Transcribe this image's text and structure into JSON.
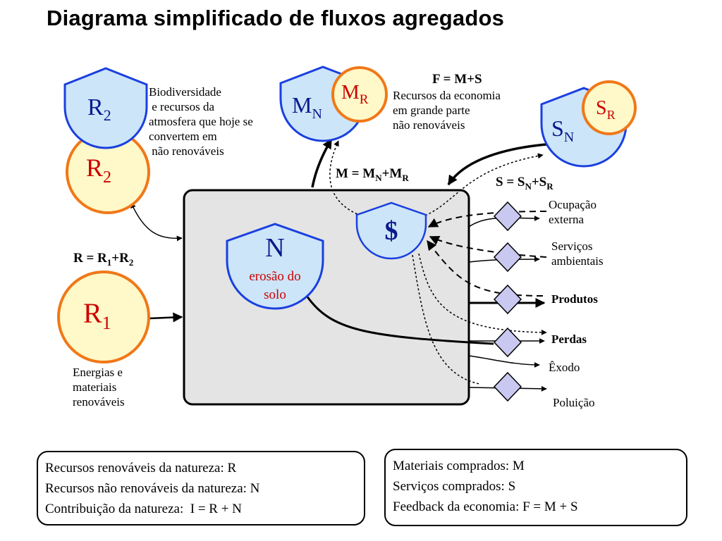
{
  "title": "Diagrama simplificado de fluxos agregados",
  "sources": {
    "r2_top": {
      "main": "R",
      "sub": "2"
    },
    "r2_circle": {
      "main": "R",
      "sub": "2"
    },
    "r1_circle": {
      "main": "R",
      "sub": "1"
    },
    "mn": {
      "main": "M",
      "sub": "N"
    },
    "mr": {
      "main": "M",
      "sub": "R"
    },
    "sn": {
      "main": "S",
      "sub": "N"
    },
    "sr": {
      "main": "S",
      "sub": "R"
    },
    "n": {
      "main": "N",
      "line1": "erosão do",
      "line2": "solo"
    },
    "money": "$"
  },
  "equations": {
    "f": "F = M+S",
    "m": {
      "a": "M = M",
      "a_sub": "N",
      "b": "+M",
      "b_sub": "R"
    },
    "s": {
      "a": "S = S",
      "a_sub": "N",
      "b": "+S",
      "b_sub": "R"
    },
    "r": {
      "a": "R = R",
      "a_sub": "1",
      "b": "+R",
      "b_sub": "2"
    }
  },
  "labels": {
    "biodiversity": "Biodiversidade\n e recursos da\natmosfera que hoje se\nconvertem em\n não renováveis",
    "economy_resources": "Recursos da economia\nem grande parte\nnão renováveis",
    "renewable_energy": "Energias e\nmateriais\nrenováveis"
  },
  "outputs": {
    "ocupacao": "Ocupação\nexterna",
    "servicos": "Serviços\nambientais",
    "produtos": "Produtos",
    "perdas": "Perdas",
    "exodo": "Êxodo",
    "poluicao": "Poluição"
  },
  "legend_left": [
    "Recursos renováveis da natureza: R",
    "Recursos não renováveis da natureza: N",
    "Contribuição da natureza:  I = R + N"
  ],
  "legend_right": [
    "Materiais comprados: M",
    "Serviços comprados: S",
    "Feedback da economia: F = M + S"
  ],
  "colors": {
    "source_fill": "#cce5f8",
    "source_stroke": "#1a3fe0",
    "circle_fill": "#fff8c8",
    "circle_stroke": "#f07818",
    "system_fill": "#e4e4e4",
    "diamond_fill": "#c8c8f0",
    "text_red": "#cc0000",
    "text_blue": "#0a1a8c"
  }
}
